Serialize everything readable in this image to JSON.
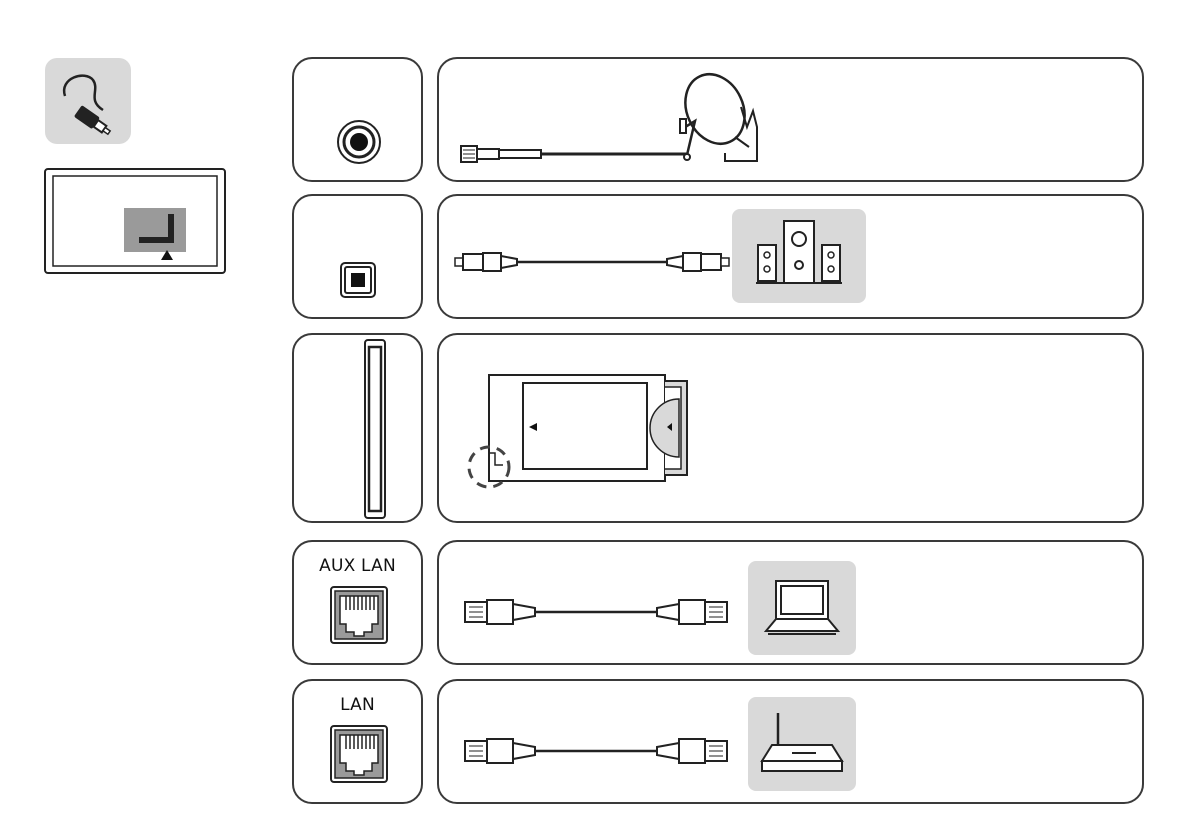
{
  "legend": {
    "icon": "cable-connector-icon",
    "panel_icon": "tv-rear-panel-icon"
  },
  "rows": [
    {
      "id": "satellite",
      "port_icon": "round-coax-port-icon",
      "port_label": "",
      "cable_icon": "coax-cable-icon",
      "device_icon": "satellite-dish-icon"
    },
    {
      "id": "optical",
      "port_icon": "optical-port-icon",
      "port_label": "",
      "cable_icon": "optical-cable-icon",
      "device_icon": "speaker-system-icon"
    },
    {
      "id": "ci-slot",
      "port_icon": "ci-slot-icon",
      "port_label": "",
      "cable_icon": "",
      "device_icon": "ci-module-card-icon"
    },
    {
      "id": "aux-lan",
      "port_icon": "rj45-port-icon",
      "port_label": "AUX LAN",
      "cable_icon": "ethernet-cable-icon",
      "device_icon": "laptop-icon"
    },
    {
      "id": "lan",
      "port_icon": "rj45-port-icon",
      "port_label": "LAN",
      "cable_icon": "ethernet-cable-icon",
      "device_icon": "router-icon"
    }
  ],
  "colors": {
    "outline": "#3a3a3a",
    "tile": "#d9d9d9",
    "panel_highlight": "#9a9a9a"
  }
}
